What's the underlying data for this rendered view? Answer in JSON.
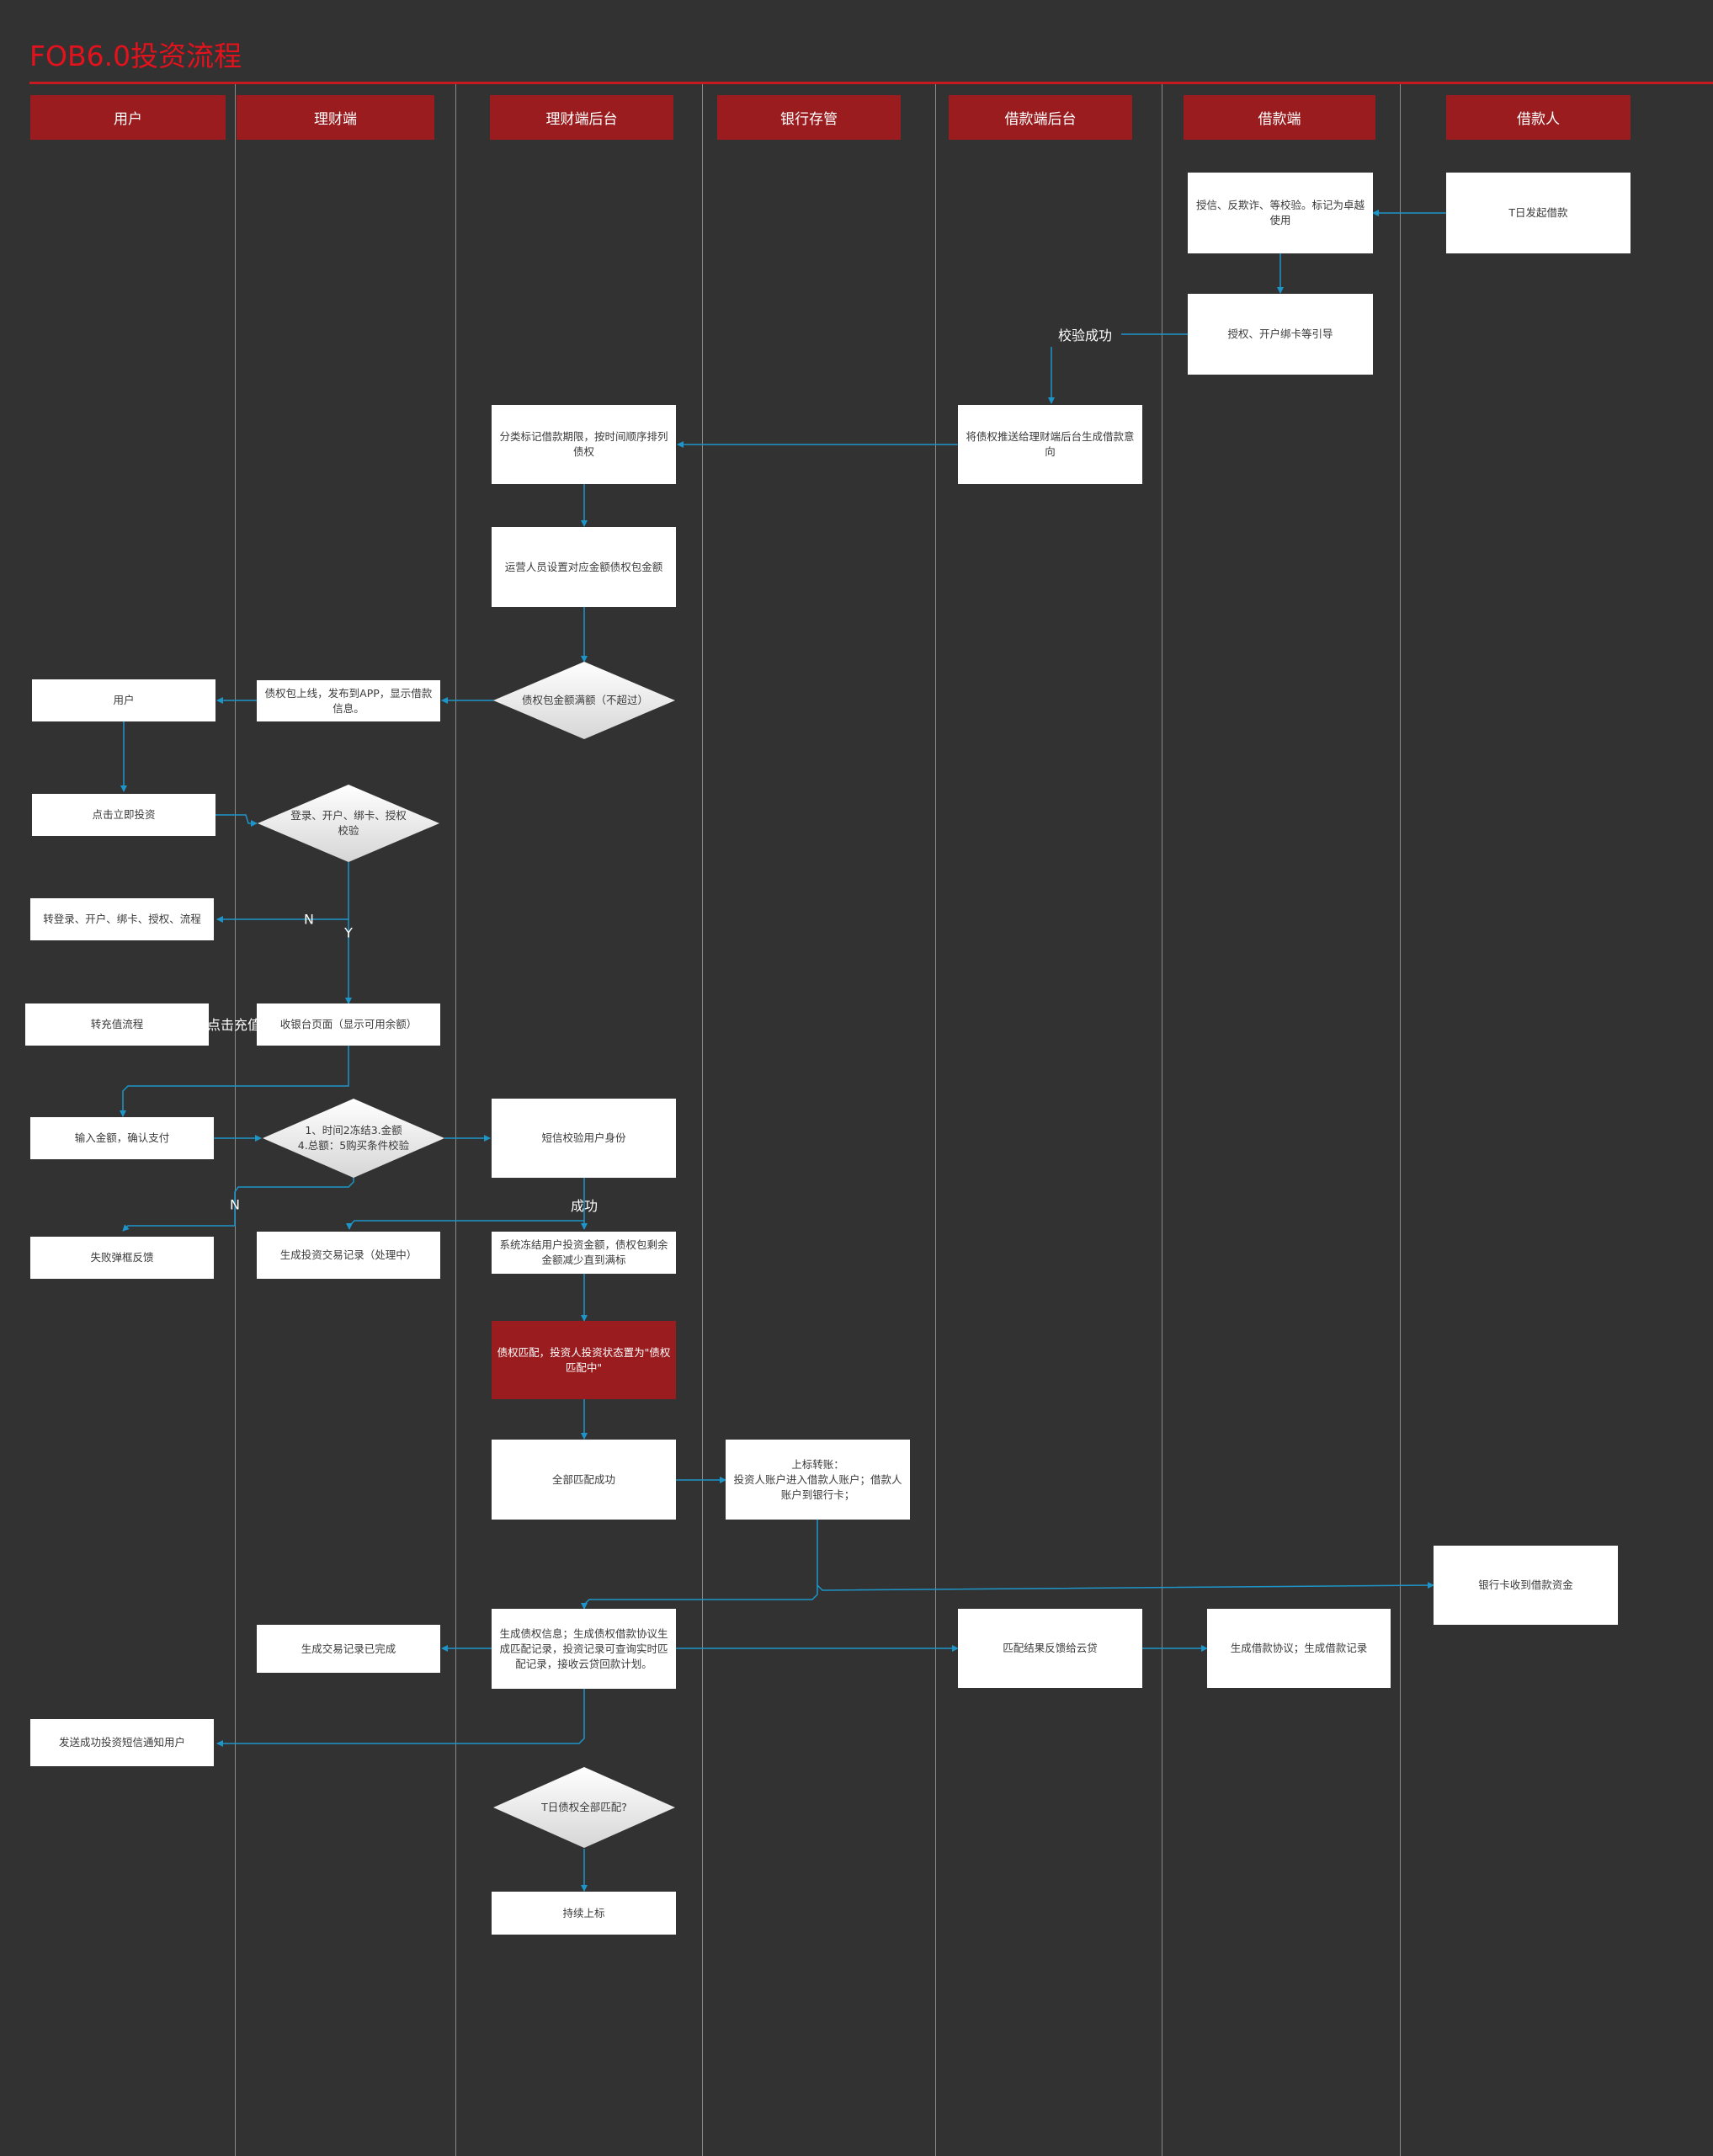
{
  "title": "FOB6.0投资流程",
  "colors": {
    "background": "#323232",
    "title": "#e3121c",
    "header": "#9a1c1f",
    "connector": "#1d95c9",
    "lane_line": "#8a8a8a"
  },
  "lanes": [
    "用户",
    "理财端",
    "理财端后台",
    "银行存管",
    "借款端后台",
    "借款端",
    "借款人"
  ],
  "nodes": {
    "loan_start": "T日发起借款",
    "credit_check": "授信、反欺诈、等校验。标记为卓越使用",
    "auth_guide": "授权、开户绑卡等引导",
    "push_intent": "将债权推送给理财端后台生成借款意向",
    "classify": "分类标记借款期限，按时间顺序排列债权",
    "set_amount": "运营人员设置对应金额债权包金额",
    "package_full": "债权包金额满额（不超过）",
    "publish": "债权包上线，发布到APP，显示借款信息。",
    "user": "用户",
    "click_invest": "点击立即投资",
    "login_check": "登录、开户、绑卡、授权校验",
    "goto_login": "转登录、开户、绑卡、授权、流程",
    "goto_recharge": "转充值流程",
    "cashier": "收银台页面（显示可用余额）",
    "input_amount": "输入金额，确认支付",
    "rule_check": "1、时间2冻结3.金额\n4.总额：5购买条件校验",
    "sms_verify": "短信校验用户身份",
    "fail_popup": "失败弹框反馈",
    "record_pending": "生成投资交易记录（处理中）",
    "freeze": "系统冻结用户投资金额，债权包剩余金额减少直到满标",
    "matching": "债权匹配，投资人投资状态置为\"债权匹配中\"",
    "all_matched": "全部匹配成功",
    "transfer": "上标转账：\n投资人账户进入借款人账户；借款人账户到银行卡；",
    "bank_received": "银行卡收到借款资金",
    "gen_info": "生成债权信息；生成债权借款协议生成匹配记录，投资记录可查询实时匹配记录，接收云贷回款计划。",
    "record_done": "生成交易记录已完成",
    "feedback": "匹配结果反馈给云贷",
    "gen_agreement": "生成借款协议；生成借款记录",
    "notify": "发送成功投资短信通知用户",
    "all_matched_q": "T日债权全部匹配?",
    "continue": "持续上标"
  },
  "edge_labels": {
    "check_success": "校验成功",
    "no_1": "N",
    "yes_1": "Y",
    "click_recharge": "点击充值",
    "no_2": "N",
    "success": "成功"
  }
}
